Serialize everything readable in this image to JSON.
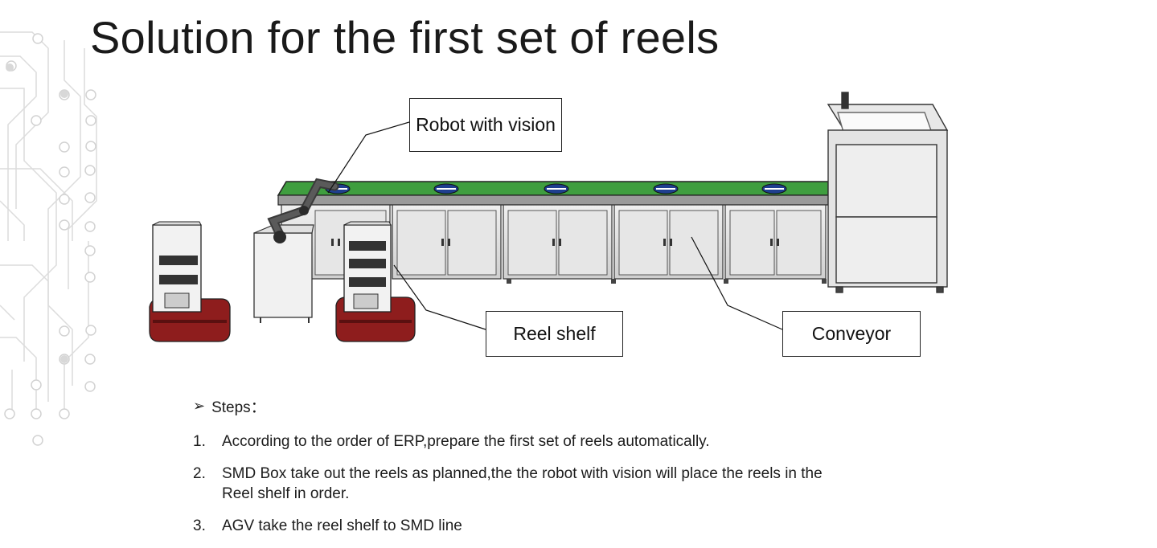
{
  "slide": {
    "title": "Solution for the first set of reels"
  },
  "callouts": {
    "robot": "Robot with vision",
    "reel_shelf": "Reel shelf",
    "conveyor": "Conveyor"
  },
  "steps": {
    "heading": "Steps：",
    "items": [
      {
        "num": "1.",
        "text": "According to the order of ERP,prepare the first set of reels automatically."
      },
      {
        "num": "2.",
        "text": "SMD Box take out the reels as planned,the the robot with vision will place the reels in the Reel shelf in order."
      },
      {
        "num": "3.",
        "text": "AGV take the reel shelf to SMD line"
      }
    ]
  },
  "colors": {
    "conveyor_belt": "#3f9e3f",
    "agv_base": "#8e1d1d",
    "cabinet": "#e2e2e2",
    "reel": "#1f3f8f"
  }
}
